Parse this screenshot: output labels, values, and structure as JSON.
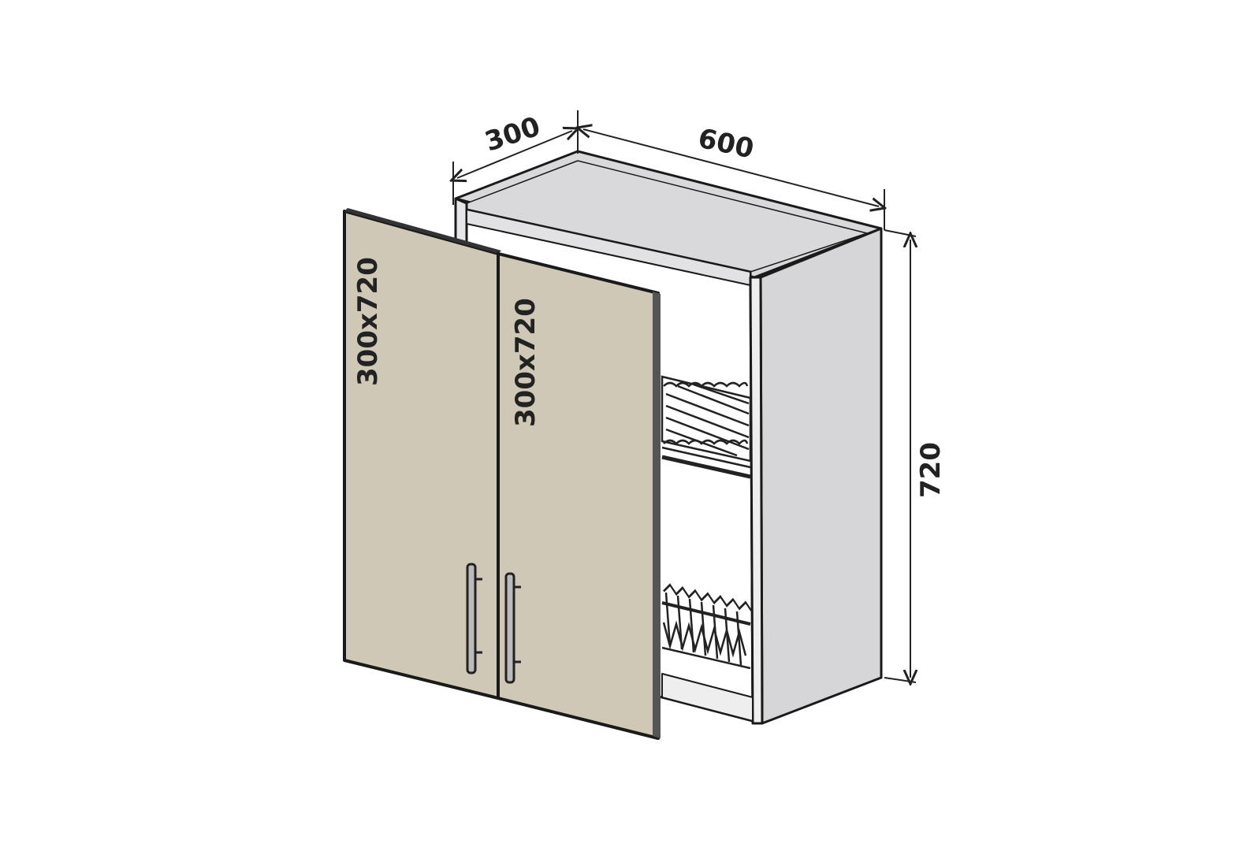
{
  "dimensions": {
    "depth": "300",
    "width": "600",
    "height": "720"
  },
  "doors": [
    {
      "label": "300x720"
    },
    {
      "label": "300x720"
    }
  ],
  "colors": {
    "door": "#cfc8b6",
    "carcass": "#d8d8da",
    "outline": "#1a1a1a"
  }
}
